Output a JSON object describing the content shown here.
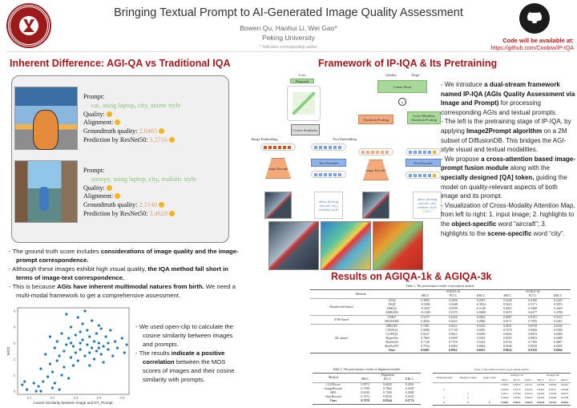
{
  "header": {
    "title": "Bringing Textual Prompt to AI-Generated Image Quality Assessment",
    "authors": "Bowen Qu,  Haohui Li,  Wei Gao*",
    "affiliation": "Peking University",
    "note": "* Indicates corresponding author",
    "logo_text": "PEKING UNIVERSITY 1898",
    "code_label": "Code will be available at:",
    "code_url": "https://github.com/Coobiw/IP-IQA"
  },
  "colors": {
    "heading": "#a3181b",
    "accent_red": "#c0141a",
    "prompt_green": "#8dc07a",
    "score_orange": "#e0a072"
  },
  "left": {
    "heading": "Inherent Difference: AGI-QA vs Traditional IQA",
    "examples": [
      {
        "prompt_label": "Prompt:",
        "prompt": "cat, using laptop, city, anime style",
        "quality_label": "Quality:",
        "quality_icon": "smile-emoji",
        "alignment_label": "Alignment:",
        "alignment_icon": "frown-emoji",
        "gt_label": "Groundtruth quality:",
        "gt": "2.0465",
        "gt_icon": "frown-emoji",
        "pred_label": "Prediction by ResNet50:",
        "pred": "3.2716",
        "pred_icon": "thinking-emoji"
      },
      {
        "prompt_label": "Prompt:",
        "prompt": "snoopy, using laptop, city, realistic style",
        "quality_label": "Quality:",
        "quality_icon": "smile-emoji",
        "alignment_label": "Alignment:",
        "alignment_icon": "frown-emoji",
        "gt_label": "Groundtruth quality:",
        "gt": "2.2140",
        "gt_icon": "frown-emoji",
        "pred_label": "Prediction by ResNet50:",
        "pred": "3.4628",
        "pred_icon": "thinking-emoji"
      }
    ],
    "bullets": [
      {
        "pre": "The ground truth score includes ",
        "bold": "considerations of image quality and the image-prompt correspondence.",
        "post": ""
      },
      {
        "pre": "Although these images exhibit high visual quality, ",
        "bold": "the IQA method fall short in terms of image-text correspondence.",
        "post": ""
      },
      {
        "pre": "This is because ",
        "bold": "AGIs have inherent multimodal natures from birth.",
        "post": " We need a multi-modal framework to get a comprehensive assessment."
      }
    ],
    "scatter_bullets": [
      {
        "pre": "We used open-clip to calculate the cosine similarity between images and prompts.",
        "bold": "",
        "post": ""
      },
      {
        "pre": "The results ",
        "bold": "indicate a positive correlation",
        "post": " between the MOS scores of images and their cosine similarity with prompts."
      }
    ]
  },
  "chart_data": {
    "type": "scatter",
    "xlabel": "Cosine-Similarity between Image and GT_Prompt",
    "ylabel": "MOS",
    "xlim": [
      0.05,
      0.53
    ],
    "ylim": [
      -0.2,
      5.2
    ],
    "xticks": [
      "0.1",
      "0.2",
      "0.3",
      "0.4",
      "0.5"
    ],
    "yticks": [
      "0",
      "1",
      "2",
      "3",
      "4",
      "5"
    ],
    "color": "#1f77b4",
    "points": [
      [
        0.07,
        0.4
      ],
      [
        0.08,
        0.6
      ],
      [
        0.09,
        0.1
      ],
      [
        0.12,
        0.5
      ],
      [
        0.13,
        0.0
      ],
      [
        0.14,
        0.3
      ],
      [
        0.15,
        1.4
      ],
      [
        0.15,
        0.0
      ],
      [
        0.16,
        0.6
      ],
      [
        0.17,
        2.3
      ],
      [
        0.18,
        0.9
      ],
      [
        0.19,
        1.7
      ],
      [
        0.19,
        3.4
      ],
      [
        0.2,
        0.2
      ],
      [
        0.2,
        1.2
      ],
      [
        0.21,
        2.7
      ],
      [
        0.21,
        0.5
      ],
      [
        0.22,
        1.9
      ],
      [
        0.22,
        3.1
      ],
      [
        0.23,
        0.1
      ],
      [
        0.23,
        2.2
      ],
      [
        0.24,
        1.0
      ],
      [
        0.24,
        3.6
      ],
      [
        0.25,
        2.5
      ],
      [
        0.25,
        1.5
      ],
      [
        0.26,
        4.8
      ],
      [
        0.26,
        2.9
      ],
      [
        0.27,
        0.8
      ],
      [
        0.27,
        3.3
      ],
      [
        0.28,
        2.1
      ],
      [
        0.28,
        4.0
      ],
      [
        0.29,
        1.6
      ],
      [
        0.29,
        2.8
      ],
      [
        0.3,
        3.5
      ],
      [
        0.3,
        2.4
      ],
      [
        0.31,
        4.6
      ],
      [
        0.31,
        1.9
      ],
      [
        0.32,
        3.0
      ],
      [
        0.32,
        2.6
      ],
      [
        0.33,
        4.2
      ],
      [
        0.33,
        3.2
      ],
      [
        0.34,
        2.2
      ],
      [
        0.34,
        5.0
      ],
      [
        0.35,
        2.9
      ],
      [
        0.35,
        3.8
      ],
      [
        0.36,
        1.6
      ],
      [
        0.36,
        3.4
      ],
      [
        0.37,
        2.7
      ],
      [
        0.37,
        4.4
      ],
      [
        0.38,
        3.1
      ],
      [
        0.38,
        2.0
      ],
      [
        0.39,
        3.6
      ],
      [
        0.39,
        2.5
      ],
      [
        0.4,
        4.1
      ],
      [
        0.4,
        3.0
      ],
      [
        0.41,
        2.3
      ],
      [
        0.41,
        3.9
      ],
      [
        0.42,
        2.8
      ],
      [
        0.42,
        1.8
      ],
      [
        0.43,
        3.4
      ],
      [
        0.44,
        2.6
      ],
      [
        0.45,
        3.8
      ],
      [
        0.46,
        2.2
      ],
      [
        0.47,
        3.1
      ],
      [
        0.48,
        2.7
      ],
      [
        0.5,
        3.3
      ],
      [
        0.51,
        2.4
      ],
      [
        0.52,
        2.9
      ],
      [
        0.28,
        3.0
      ],
      [
        0.32,
        3.7
      ],
      [
        0.36,
        2.4
      ],
      [
        0.4,
        2.7
      ],
      [
        0.44,
        3.0
      ]
    ]
  },
  "framework": {
    "heading": "Framework of IP-IQA & Its Pretraining",
    "labels": {
      "loss": "Loss",
      "diagonal": "Diagonal",
      "cosine": "Cosine Similarity",
      "image_embedding": "Image Embedding",
      "text_embedding": "Text Embedding",
      "image_encoder": "Image Encoder",
      "text_encoder": "Text Encoder",
      "quality": "Quality",
      "align": "Align",
      "linear_head": "Linear Head",
      "concat": "c",
      "attention_pooling": "Attention Pooling",
      "cross_modality": "Cross-Modality Attention Pooling",
      "prompt": "alien, driving aircraft, city, realistic style",
      "qa_token": "[QA]"
    }
  },
  "right_text": [
    [
      [
        "- We introduce ",
        0
      ],
      [
        "a dual-stream framework named IP-IQA (AGIs Quality Assessment via Image and Prompt)",
        1
      ],
      [
        " for processing corresponding AGIs and textual prompts.",
        0
      ]
    ],
    [
      [
        "- The left is the pretraining stage of IP-IQA, by applying ",
        0
      ],
      [
        "Image2Prompt algorithm",
        1
      ],
      [
        " on a 2M subset of DiffusionDB. This bridges the AGI-style visual and textual modalities.",
        0
      ]
    ],
    [
      [
        "- We propose ",
        0
      ],
      [
        "a cross-attention based image-prompt fusion module",
        1
      ],
      [
        " along with the ",
        0
      ],
      [
        "specially designed [QA] token,",
        1
      ],
      [
        " guiding the model on quality-relevant aspects of both image and its prompt.",
        0
      ]
    ],
    [
      [
        "- Visualization of Cross-Modality Attention Map, from left to right: 1. input image; 2. highlights to the ",
        0
      ],
      [
        "object-specific",
        1
      ],
      [
        " word “aircraft”; 3. highlights to the ",
        0
      ],
      [
        "scene-specific",
        1
      ],
      [
        " word “city”.",
        0
      ]
    ]
  ],
  "results": {
    "heading": "Results on AGIQA-1k & AGIQA-3k",
    "table1": {
      "caption": "Table 1. The performance results of perceptual models.",
      "methods_header": "Methods",
      "groups": [
        "AGIQA-1k",
        "AGIQA-3k"
      ],
      "metrics": [
        "SRCC",
        "PLCC",
        "KRCC"
      ],
      "sections": [
        {
          "name": "Handcrafted-based",
          "rows": [
            [
              "CEIQ",
              "0.3069",
              "0.2836",
              "0.2097",
              "0.3228",
              "0.4166",
              "0.2220"
            ],
            [
              "NIQE",
              "-0.5490",
              "-0.5048",
              "-0.3824",
              "0.5623",
              "0.5171",
              "0.3876"
            ],
            [
              "DSIQA",
              "-0.3047",
              "-0.0559",
              "-0.2148",
              "0.4955",
              "0.5488",
              "0.3403"
            ],
            [
              "SISBLIM",
              "-0.1309",
              "-0.5375",
              "-0.0889",
              "0.5479",
              "0.6477",
              "0.3788"
            ]
          ]
        },
        {
          "name": "SVR-based",
          "rows": [
            [
              "GMLF",
              "0.5375",
              "0.6256",
              "0.4052",
              "0.6987",
              "0.8181",
              "0.5119"
            ],
            [
              "HIGRADE",
              "0.4056",
              "0.6425",
              "0.2800",
              "0.6171",
              "0.7056",
              "0.4410"
            ]
          ]
        },
        {
          "name": "DL-based",
          "rows": [
            [
              "DBCNN",
              "0.7491",
              "0.8211",
              "0.5618",
              "0.8207",
              "0.8759",
              "0.6336"
            ],
            [
              "CNNIQA",
              "0.5800",
              "0.7139",
              "0.4095",
              "0.7478",
              "0.8469",
              "0.5580"
            ],
            [
              "CLIPIQA",
              "0.8227",
              "0.8411",
              "0.6299",
              "0.8426",
              "0.8053",
              "0.6468"
            ],
            [
              "HyperNet",
              "0.7803",
              "0.8299",
              "0.5943",
              "0.8355",
              "0.8903",
              "0.6488"
            ],
            [
              "ResNet50",
              "0.7136",
              "0.7576",
              "0.5254",
              "0.6744",
              "0.7365",
              "0.4887"
            ],
            [
              "ResNet50*",
              "0.7914",
              "0.8404",
              "0.6064",
              "0.8306",
              "0.8929",
              "0.6405"
            ],
            [
              "Ours",
              "0.8401",
              "0.8922",
              "0.6635",
              "0.8634",
              "0.9116",
              "0.6844"
            ]
          ]
        }
      ]
    },
    "table2": {
      "caption": "Table 2. The performance results of alignment models.",
      "method_header": "Method",
      "group": "Alignment",
      "metrics": [
        "SRCC",
        "PLCC",
        "KRCC"
      ],
      "rows": [
        [
          "CLIPScore",
          "0.5972",
          "0.6839",
          "0.4591"
        ],
        [
          "ImageReward",
          "0.7298",
          "0.7862",
          "0.5390"
        ],
        [
          "HPS",
          "0.6349",
          "0.7000",
          "0.4580"
        ],
        [
          "StairReward",
          "0.7472",
          "0.8529",
          "0.5554"
        ],
        [
          "Ours",
          "0.7978",
          "0.8544",
          "0.5774"
        ]
      ]
    },
    "table3": {
      "caption": "Table 3. The ablation results on perceptual quality.",
      "factors": [
        "Image2prompt",
        "Integral prompt",
        "[QA] token"
      ],
      "groups": [
        "AGIQA-1k",
        "AGIQA-3k"
      ],
      "metrics": [
        "SRCC",
        "PLCC",
        "KRCC"
      ],
      "rows": [
        [
          "",
          "",
          "",
          "0.8105",
          "0.8595",
          "0.6171",
          "0.8398",
          "0.8978",
          "0.6461"
        ],
        [
          "✓",
          "",
          "",
          "0.8180",
          "0.8725",
          "0.6503",
          "0.8491",
          "0.9021",
          "0.6600"
        ],
        [
          "",
          "✓",
          "",
          "0.8317",
          "0.8708",
          "0.6532",
          "0.8442",
          "0.9008",
          "0.6613"
        ],
        [
          "✓",
          "✓",
          "",
          "0.8385",
          "0.8782",
          "0.6605",
          "0.8595",
          "0.9084",
          "0.6798"
        ],
        [
          "✓",
          "✓",
          "✓",
          "0.8401",
          "0.8922",
          "0.6635",
          "0.8634",
          "0.9116",
          "0.6844"
        ]
      ]
    }
  }
}
